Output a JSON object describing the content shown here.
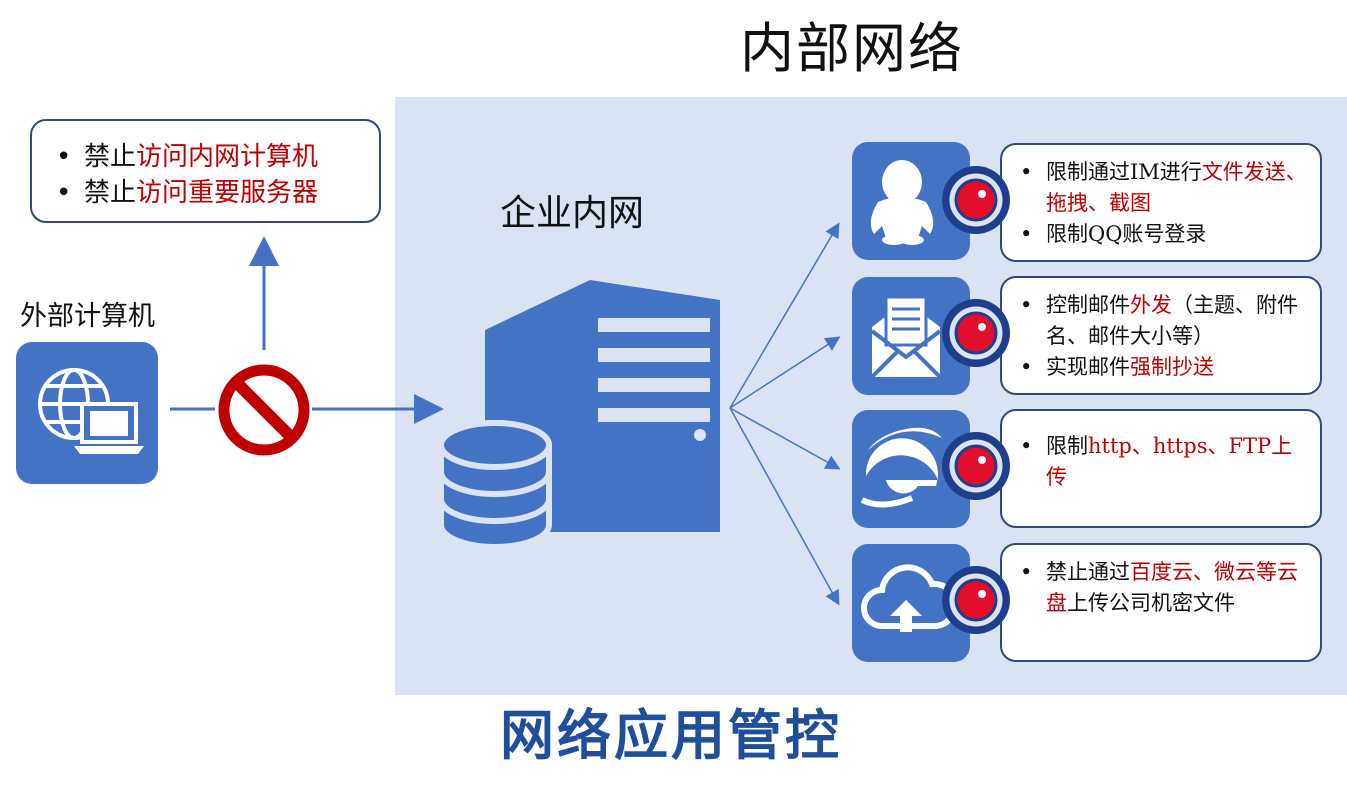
{
  "title_top": "内部网络",
  "title_bottom": "网络应用管控",
  "intranet_label": "企业内网",
  "external_label": "外部计算机",
  "blocked": [
    {
      "prefix": "禁止",
      "highlight": "访问内网计算机"
    },
    {
      "prefix": "禁止",
      "highlight": "访问重要服务器"
    }
  ],
  "rules": {
    "im": {
      "icon": "qq-penguin-icon",
      "line1": {
        "prefix": "限制通过IM进行",
        "highlight": "文件发送、拖拽、截图"
      },
      "line2": "限制QQ账号登录"
    },
    "mail": {
      "icon": "mail-envelope-icon",
      "line1": {
        "prefix": "控制邮件",
        "highlight": "外发",
        "suffix": "（主题、附件名、邮件大小等）"
      },
      "line2": {
        "prefix": "实现邮件",
        "highlight": "强制抄送"
      }
    },
    "web": {
      "icon": "ie-browser-icon",
      "line1": {
        "prefix": "限制",
        "highlight": "http、https、FTP上传"
      }
    },
    "cloud": {
      "icon": "cloud-upload-icon",
      "line1": {
        "prefix": "禁止通过",
        "highlight": "百度云、微云等云盘",
        "suffix": "上传公司机密文件"
      }
    }
  },
  "colors": {
    "accent_blue": "#4472c4",
    "panel": "#dae3f3",
    "highlight_red": "#c00000",
    "title_blue": "#1f4e9a"
  }
}
